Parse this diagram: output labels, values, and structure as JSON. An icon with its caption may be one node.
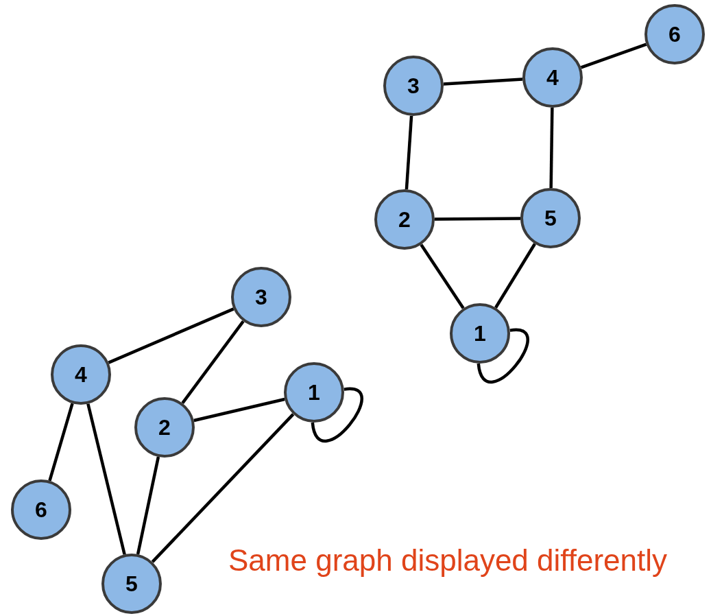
{
  "diagram": {
    "caption": "Same graph displayed differently",
    "nodes": [
      {
        "text": [
          "6"
        ]
      },
      {
        "text": [
          "4"
        ]
      },
      {
        "text": [
          "3"
        ]
      },
      {
        "text": [
          "5"
        ]
      },
      {
        "text": [
          "2"
        ]
      },
      {
        "text": [
          "1"
        ]
      },
      {
        "text": [
          "3"
        ]
      },
      {
        "text": [
          "4"
        ]
      },
      {
        "text": [
          "1"
        ]
      },
      {
        "text": [
          "2"
        ]
      },
      {
        "text": [
          "6"
        ]
      },
      {
        "text": [
          "5"
        ]
      }
    ],
    "edges": [
      {
        "from": 2,
        "to": 1,
        "arrow": "none"
      },
      {
        "from": 1,
        "to": 0,
        "arrow": "none"
      },
      {
        "from": 2,
        "to": 4,
        "arrow": "none"
      },
      {
        "from": 1,
        "to": 3,
        "arrow": "none"
      },
      {
        "from": 4,
        "to": 3,
        "arrow": "none"
      },
      {
        "from": 4,
        "to": 5,
        "arrow": "none"
      },
      {
        "from": 3,
        "to": 5,
        "arrow": "none"
      },
      {
        "from": 5,
        "to": 5,
        "arrow": "none"
      },
      {
        "from": 7,
        "to": 6,
        "arrow": "none"
      },
      {
        "from": 6,
        "to": 9,
        "arrow": "none"
      },
      {
        "from": 9,
        "to": 8,
        "arrow": "none"
      },
      {
        "from": 8,
        "to": 11,
        "arrow": "none"
      },
      {
        "from": 9,
        "to": 11,
        "arrow": "none"
      },
      {
        "from": 7,
        "to": 11,
        "arrow": "none"
      },
      {
        "from": 7,
        "to": 10,
        "arrow": "none"
      },
      {
        "from": 8,
        "to": 8,
        "arrow": "none"
      }
    ]
  }
}
